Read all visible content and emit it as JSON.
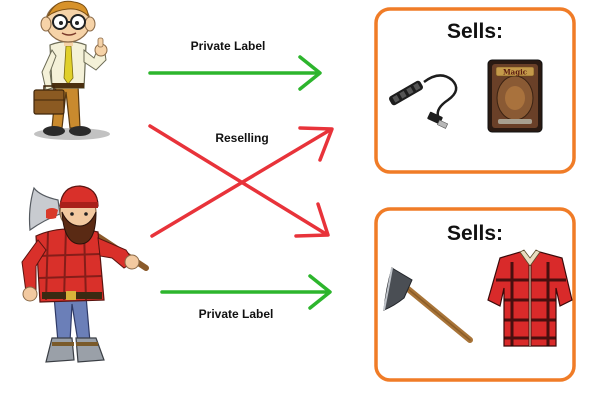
{
  "labels": {
    "top_arrow": "Private Label",
    "cross_arrows": "Reselling",
    "bottom_arrow": "Private Label"
  },
  "boxes": {
    "top_title": "Sells:",
    "bottom_title": "Sells:"
  },
  "product_text": {
    "card_logo": "Magic"
  },
  "colors": {
    "private_label_arrow": "#2db52d",
    "reselling_arrow": "#e8333a",
    "box_border": "#f07c27"
  },
  "icons": {
    "top_seller": "nerd-businessman-figure",
    "bottom_seller": "lumberjack-figure",
    "top_products": [
      "usb-hub-icon",
      "trading-card-icon"
    ],
    "bottom_products": [
      "axe-icon",
      "plaid-shirt-icon"
    ]
  }
}
